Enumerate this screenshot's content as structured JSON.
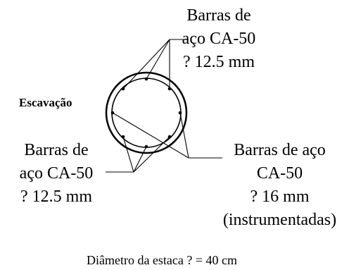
{
  "labels": {
    "top_right": [
      "Barras de",
      "aço CA-50",
      "? 12.5  mm"
    ],
    "left": [
      "Barras de",
      "aço CA-50",
      "? 12.5  mm"
    ],
    "bottom_right": [
      "Barras de aço",
      "CA-50",
      "? 16  mm",
      "(instrumentadas)"
    ],
    "excavation": "Escavação",
    "caption": "Diâmetro da estaca ? = 40 cm"
  },
  "colors": {
    "ink": "#000000",
    "background": "#ffffff"
  }
}
